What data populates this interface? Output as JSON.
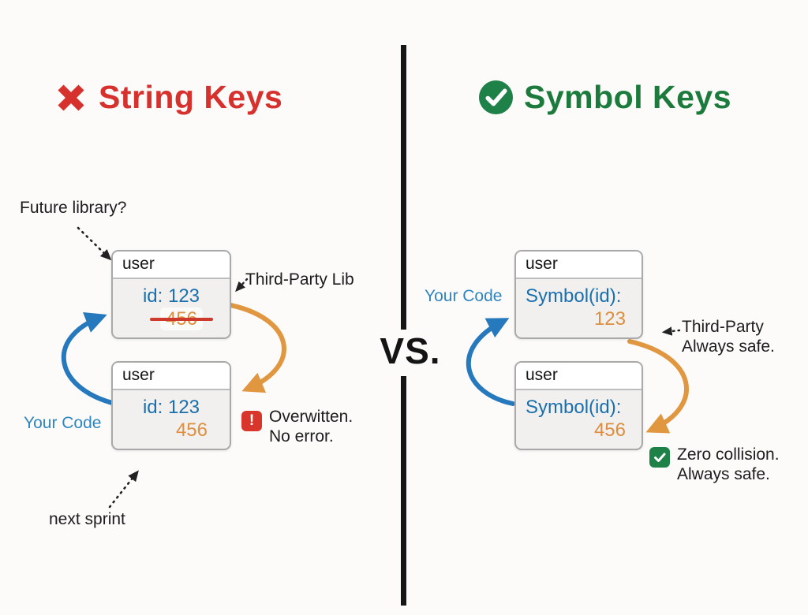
{
  "left": {
    "title": "String Keys",
    "icon": "x-mark-icon",
    "note_future": "Future library?",
    "note_third_party": "Third-Party Lib",
    "note_your_code": "Your Code",
    "note_next_sprint": "next sprint",
    "warning_icon": "exclamation-icon",
    "warning_text": "Overwitten.\nNo error.",
    "box_top": {
      "header": "user",
      "line1": "id: 123",
      "line2": "456",
      "line2_struck": true
    },
    "box_bottom": {
      "header": "user",
      "line1": "id: 123",
      "line2": "456"
    }
  },
  "divider": {
    "vs": "VS."
  },
  "right": {
    "title": "Symbol Keys",
    "icon": "check-circle-icon",
    "note_your_code": "Your Code",
    "note_third_party": "Third-Party\nAlways safe.",
    "safe_icon": "check-square-icon",
    "safe_text": "Zero collision.\nAlways safe.",
    "box_top": {
      "header": "user",
      "line1": "Symbol(id):",
      "line2": "123"
    },
    "box_bottom": {
      "header": "user",
      "line1": "Symbol(id):",
      "line2": "456"
    }
  },
  "colors": {
    "title_red": "#d7312e",
    "title_green": "#1b7a3c",
    "blue_text": "#2e86c1",
    "blue_arrow": "#2779bd",
    "orange_arrow": "#e0973f",
    "strike_red": "#cd3a2c",
    "box_value_blue": "#1a6fad",
    "box_value_orange": "#dd8e3e"
  }
}
